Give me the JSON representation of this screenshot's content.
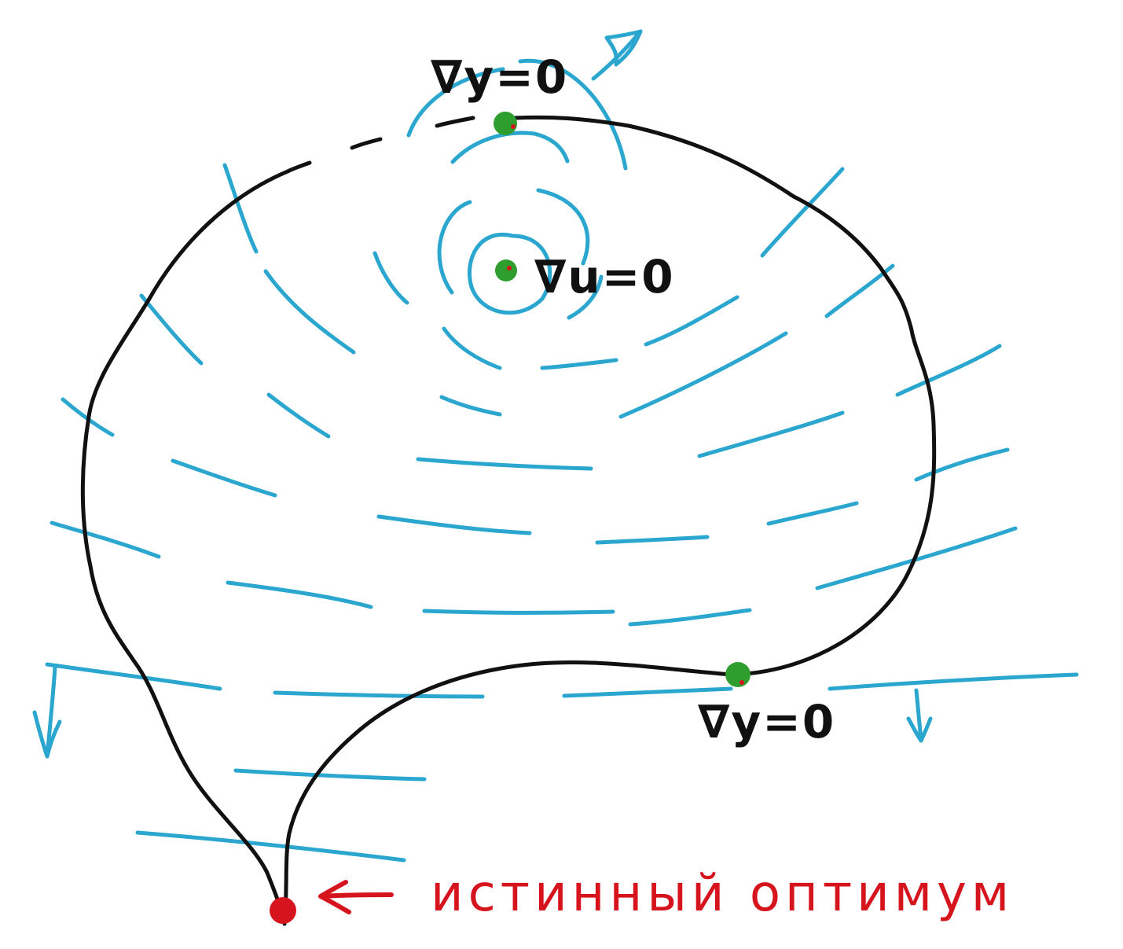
{
  "colors": {
    "background": "#ffffff",
    "contour": "#2aa6cf",
    "boundary": "#111111",
    "stationary_point": "#2e9e2e",
    "optimum": "#d6141e"
  },
  "labels": {
    "gradient_top": "∇y=0",
    "gradient_center": "∇u=0",
    "gradient_bottom": "∇y=0",
    "true_optimum": "истинный оптимум"
  }
}
